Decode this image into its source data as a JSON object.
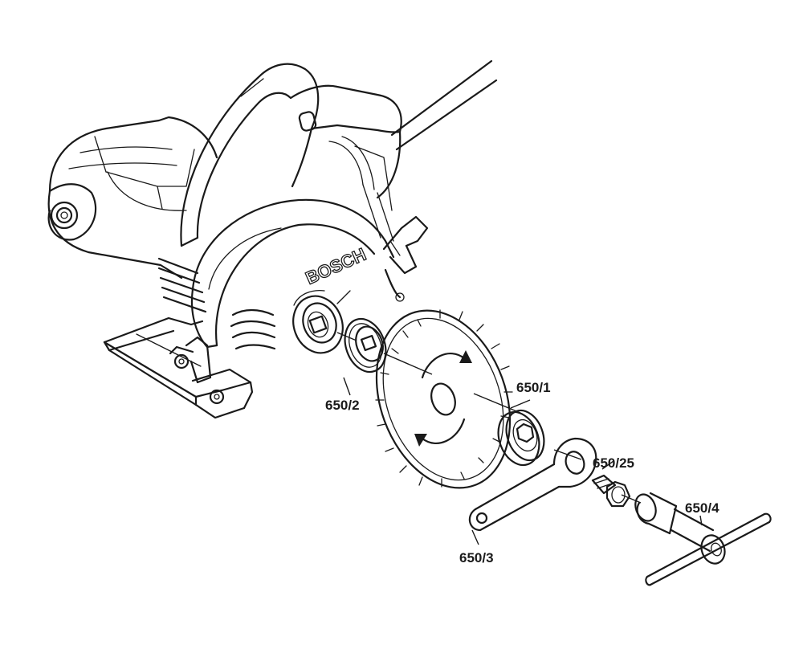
{
  "brand": "BOSCH",
  "callouts": {
    "p650_2": "650/2",
    "p650_1": "650/1",
    "p650_25": "650/25",
    "p650_4": "650/4",
    "p650_3": "650/3"
  }
}
